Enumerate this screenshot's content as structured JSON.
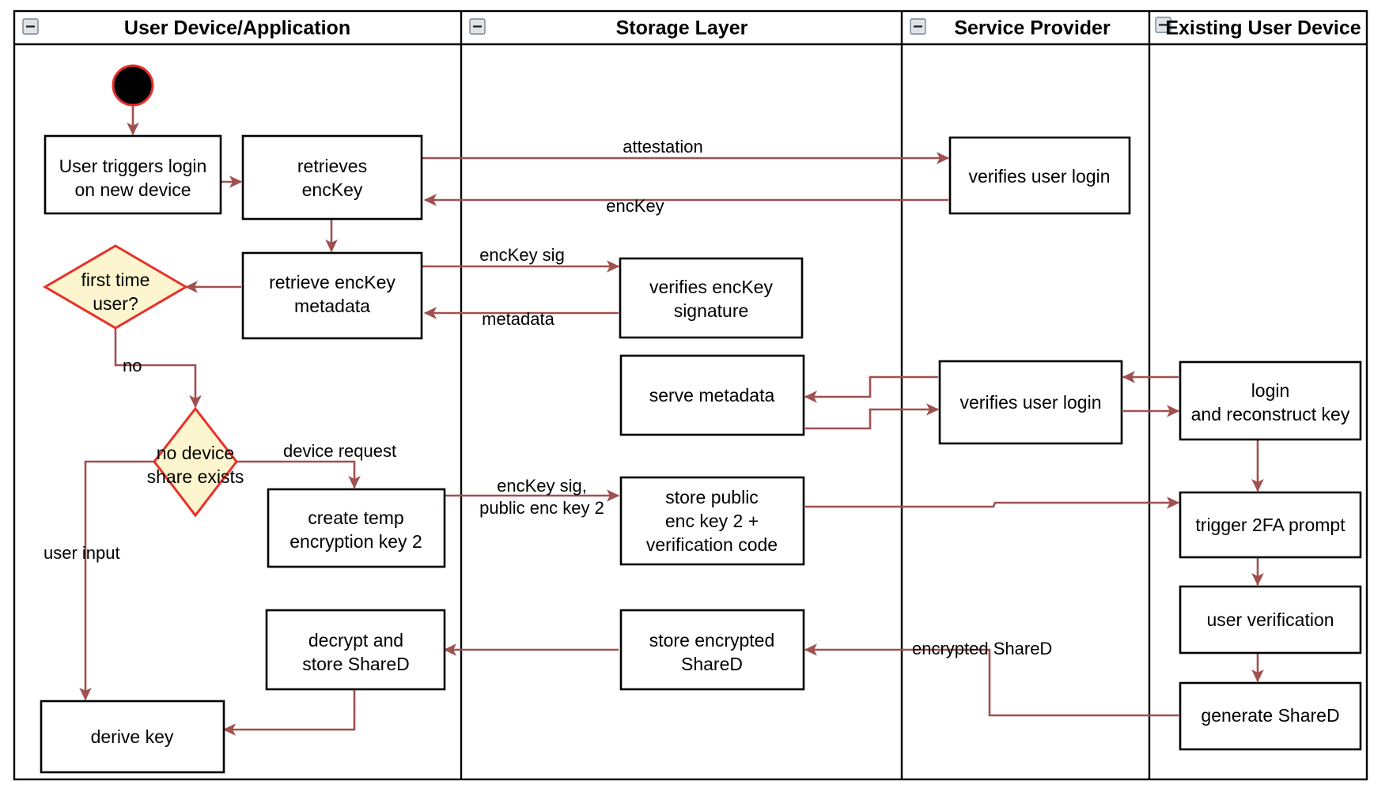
{
  "diagram": {
    "title": "Key recovery / device onboarding activity diagram",
    "type": "uml-activity-swimlane",
    "colors": {
      "edge": "#a05050",
      "decision_fill": "#fdf5cd",
      "decision_stroke": "#e8312a",
      "node_stroke": "#000000",
      "node_fill": "#ffffff",
      "start_node_fill": "#000000",
      "start_node_stroke": "#e8312a",
      "lane_border": "#000000",
      "background": "#ffffff"
    }
  },
  "lanes": [
    {
      "id": "user-device",
      "title": "User Device/Application",
      "collapse_icon": "collapse-minus-icon"
    },
    {
      "id": "storage-layer",
      "title": "Storage Layer",
      "collapse_icon": "collapse-minus-icon"
    },
    {
      "id": "service-provider",
      "title": "Service Provider",
      "collapse_icon": "collapse-minus-icon"
    },
    {
      "id": "existing-user-device",
      "title": "Existing User Device",
      "collapse_icon": "collapse-minus-icon"
    }
  ],
  "nodes": {
    "start": {
      "kind": "initial-node",
      "label": ""
    },
    "user_triggers_login": {
      "kind": "action",
      "lane": "user-device",
      "lines": [
        "User triggers login",
        "on new device"
      ]
    },
    "retrieves_enckey": {
      "kind": "action",
      "lane": "user-device",
      "lines": [
        "retrieves",
        "encKey"
      ]
    },
    "retrieve_enckey_metadata": {
      "kind": "action",
      "lane": "user-device",
      "lines": [
        "retrieve encKey",
        "metadata"
      ]
    },
    "first_time_user": {
      "kind": "decision",
      "lane": "user-device",
      "lines": [
        "first time",
        "user?"
      ]
    },
    "no_device_share_exists": {
      "kind": "decision",
      "lane": "user-device",
      "lines": [
        "no device",
        "share exists"
      ]
    },
    "create_temp_encryption_key_2": {
      "kind": "action",
      "lane": "user-device",
      "lines": [
        "create temp",
        "encryption key 2"
      ]
    },
    "decrypt_and_store_shared": {
      "kind": "action",
      "lane": "user-device",
      "lines": [
        "decrypt and",
        "store ShareD"
      ]
    },
    "derive_key": {
      "kind": "action",
      "lane": "user-device",
      "lines": [
        "derive key"
      ]
    },
    "verifies_enckey_signature": {
      "kind": "action",
      "lane": "storage-layer",
      "lines": [
        "verifies encKey",
        "signature"
      ]
    },
    "serve_metadata": {
      "kind": "action",
      "lane": "storage-layer",
      "lines": [
        "serve metadata"
      ]
    },
    "store_public_enc_key_2": {
      "kind": "action",
      "lane": "storage-layer",
      "lines": [
        "store public",
        "enc key 2 +",
        "verification code"
      ]
    },
    "store_encrypted_shared": {
      "kind": "action",
      "lane": "storage-layer",
      "lines": [
        "store encrypted",
        "ShareD"
      ]
    },
    "verifies_user_login_top": {
      "kind": "action",
      "lane": "service-provider",
      "lines": [
        "verifies user login"
      ]
    },
    "verifies_user_login_mid": {
      "kind": "action",
      "lane": "service-provider",
      "lines": [
        "verifies user login"
      ]
    },
    "login_and_reconstruct_key": {
      "kind": "action",
      "lane": "existing-user-device",
      "lines": [
        "login",
        "and reconstruct key"
      ]
    },
    "trigger_2fa_prompt": {
      "kind": "action",
      "lane": "existing-user-device",
      "lines": [
        "trigger 2FA prompt"
      ]
    },
    "user_verification": {
      "kind": "action",
      "lane": "existing-user-device",
      "lines": [
        "user verification"
      ]
    },
    "generate_shared": {
      "kind": "action",
      "lane": "existing-user-device",
      "lines": [
        "generate ShareD"
      ]
    }
  },
  "edges": [
    {
      "id": "e-start-login",
      "from": "start",
      "to": "user_triggers_login",
      "label": ""
    },
    {
      "id": "e-login-retrieves",
      "from": "user_triggers_login",
      "to": "retrieves_enckey",
      "label": ""
    },
    {
      "id": "e-attestation",
      "from": "retrieves_enckey",
      "to": "verifies_user_login_top",
      "label": "attestation"
    },
    {
      "id": "e-enckey-back",
      "from": "verifies_user_login_top",
      "to": "retrieves_enckey",
      "label": "encKey"
    },
    {
      "id": "e-retrieves-metadata",
      "from": "retrieves_enckey",
      "to": "retrieve_enckey_metadata",
      "label": ""
    },
    {
      "id": "e-enckey-sig",
      "from": "retrieve_enckey_metadata",
      "to": "verifies_enckey_signature",
      "label": "encKey sig"
    },
    {
      "id": "e-metadata-back",
      "from": "verifies_enckey_signature",
      "to": "retrieve_enckey_metadata",
      "label": "metadata"
    },
    {
      "id": "e-metadata-firsttime",
      "from": "retrieve_enckey_metadata",
      "to": "first_time_user",
      "label": ""
    },
    {
      "id": "e-no",
      "from": "first_time_user",
      "to": "no_device_share_exists",
      "label": "no"
    },
    {
      "id": "e-device-request",
      "from": "no_device_share_exists",
      "to": "create_temp_encryption_key_2",
      "label": "device request"
    },
    {
      "id": "e-user-input",
      "from": "no_device_share_exists",
      "to": "derive_key",
      "label": "user input"
    },
    {
      "id": "e-enckey-sig-pubkey2",
      "from": "create_temp_encryption_key_2",
      "to": "store_public_enc_key_2",
      "label": "encKey sig,\npublic enc key 2"
    },
    {
      "id": "e-serve-metadata-in",
      "from": "verifies_user_login_mid",
      "to": "serve_metadata",
      "label": ""
    },
    {
      "id": "e-serve-metadata-out",
      "from": "serve_metadata",
      "to": "verifies_user_login_mid",
      "label": ""
    },
    {
      "id": "e-login-to-sp",
      "from": "login_and_reconstruct_key",
      "to": "verifies_user_login_mid",
      "label": ""
    },
    {
      "id": "e-sp-to-login",
      "from": "verifies_user_login_mid",
      "to": "login_and_reconstruct_key",
      "label": ""
    },
    {
      "id": "e-login-trigger2fa",
      "from": "login_and_reconstruct_key",
      "to": "trigger_2fa_prompt",
      "label": ""
    },
    {
      "id": "e-storepub-trigger2fa",
      "from": "store_public_enc_key_2",
      "to": "trigger_2fa_prompt",
      "label": ""
    },
    {
      "id": "e-2fa-userverif",
      "from": "trigger_2fa_prompt",
      "to": "user_verification",
      "label": ""
    },
    {
      "id": "e-userverif-generate",
      "from": "user_verification",
      "to": "generate_shared",
      "label": ""
    },
    {
      "id": "e-encrypted-shared",
      "from": "generate_shared",
      "to": "store_encrypted_shared",
      "label": "encrypted ShareD"
    },
    {
      "id": "e-store-decrypt",
      "from": "store_encrypted_shared",
      "to": "decrypt_and_store_shared",
      "label": ""
    },
    {
      "id": "e-decrypt-derive",
      "from": "decrypt_and_store_shared",
      "to": "derive_key",
      "label": ""
    }
  ],
  "edge_labels": {
    "attestation": "attestation",
    "enckey": "encKey",
    "enckey_sig": "encKey sig",
    "metadata": "metadata",
    "no": "no",
    "device_request": "device request",
    "user_input": "user input",
    "enckey_sig_pub_line1": "encKey sig,",
    "enckey_sig_pub_line2": "public enc key 2",
    "encrypted_shared": "encrypted ShareD"
  }
}
